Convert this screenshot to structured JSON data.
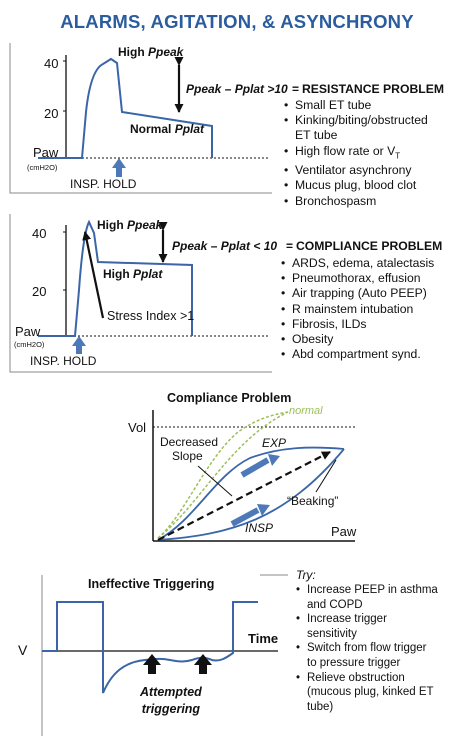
{
  "title": "ALARMS, AGITATION, & ASYNCHRONY",
  "resistance": {
    "y_tick_high": "40",
    "y_tick_low": "20",
    "high_peak_prefix": "High ",
    "high_peak_var": "Ppeak",
    "normal_plat_prefix": "Normal ",
    "normal_plat_var": "Pplat",
    "formula": "Ppeak – Pplat >10",
    "equals": "=",
    "heading": "RESISTANCE PROBLEM",
    "paw_label": "Paw",
    "paw_unit": "(cmH2O)",
    "hold_label": "INSP. HOLD",
    "causes": [
      "Small ET tube",
      "Kinking/biting/obstructed",
      "ET tube",
      "High flow rate or V",
      "Ventilator asynchrony",
      "Mucus plug, blood clot",
      "Bronchospasm"
    ],
    "vt_subscript": "T"
  },
  "compliance": {
    "y_tick_high": "40",
    "y_tick_low": "20",
    "high_peak_prefix": "High ",
    "high_peak_var": "Ppeak",
    "high_plat_prefix": "High ",
    "high_plat_var": "Pplat",
    "formula": "Ppeak – Pplat < 10",
    "equals": "=",
    "heading": "COMPLIANCE PROBLEM",
    "stress_index": "Stress Index >1",
    "paw_label": "Paw",
    "paw_unit": "(cmH2O)",
    "hold_label": "INSP. HOLD",
    "causes": [
      "ARDS, edema, atalectasis",
      "Pneumothorax, effusion",
      "Air trapping (Auto PEEP)",
      "R mainstem intubation",
      "Fibrosis, ILDs",
      "Obesity",
      "Abd compartment synd."
    ]
  },
  "loop": {
    "title": "Compliance Problem",
    "vol_label": "Vol",
    "paw_label": "Paw",
    "normal_label": "normal",
    "decreased_slope": [
      "Decreased",
      "Slope"
    ],
    "exp_label": "EXP",
    "insp_label": "INSP",
    "beaking_label": "“Beaking”"
  },
  "ineffective": {
    "title": "Ineffective Triggering",
    "v_label": "V",
    "time_label": "Time",
    "attempted": [
      "Attempted",
      "triggering"
    ],
    "try_label": "Try:",
    "tips": [
      "Increase PEEP in asthma",
      "and COPD",
      "Increase trigger",
      "sensitivity",
      "Switch from flow trigger",
      "to pressure trigger",
      "Relieve obstruction",
      "(mucous plug, kinked ET",
      "tube)"
    ]
  },
  "colors": {
    "title": "#2a5c9e",
    "waveform": "#3a66a8",
    "arrow_fill": "#4d79b8",
    "normal_curve": "#9cbf5a",
    "frame": "#7f7f7f"
  }
}
